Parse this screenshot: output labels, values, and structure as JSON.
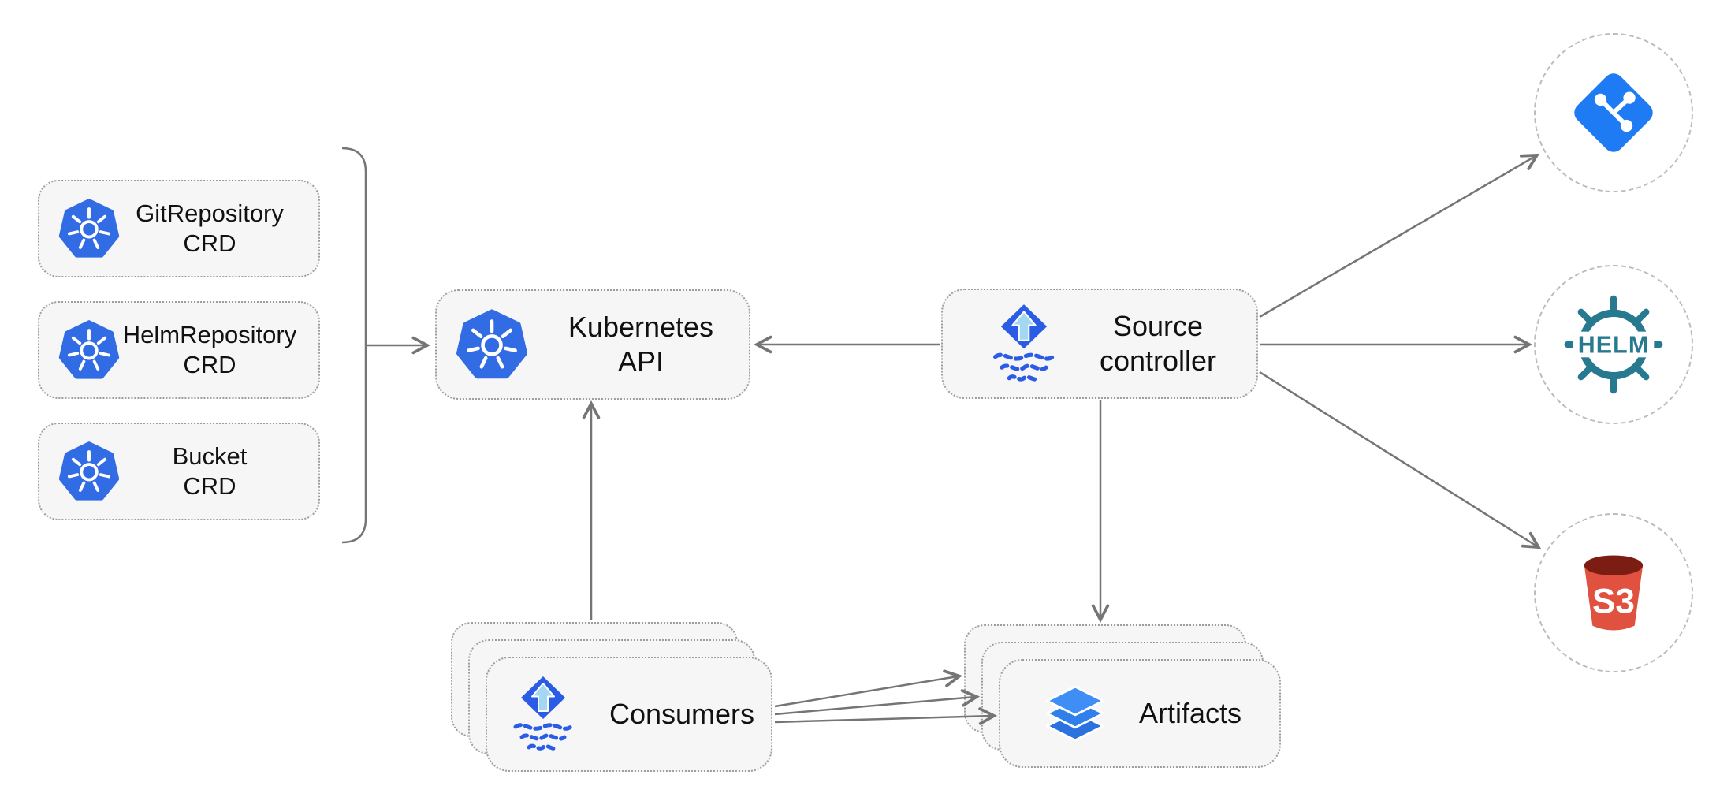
{
  "diagram": {
    "colors": {
      "background": "#ffffff",
      "node_fill": "#f6f6f6",
      "node_border": "#9e9e9e",
      "arrow": "#757575",
      "kubernetes_blue": "#326ce5",
      "flux_blue": "#2b5ce6",
      "flux_arrow_light": "#a3d7f2",
      "git_blue": "#1f7bf4",
      "helm_teal": "#27798f",
      "s3_red": "#e0523f",
      "s3_dark_red": "#7b1d13",
      "layers_blue": "#2f80ed"
    },
    "nodes": {
      "crd_boxes": [
        {
          "line1": "GitRepository",
          "line2": "CRD",
          "icon": "kubernetes-icon"
        },
        {
          "line1": "HelmRepository",
          "line2": "CRD",
          "icon": "kubernetes-icon"
        },
        {
          "line1": "Bucket",
          "line2": "CRD",
          "icon": "kubernetes-icon"
        }
      ],
      "kubernetes_api": {
        "label": "Kubernetes API",
        "icon": "kubernetes-icon"
      },
      "source_controller": {
        "line1": "Source",
        "line2": "controller",
        "icon": "flux-icon"
      },
      "consumers": {
        "label": "Consumers",
        "icon": "flux-icon",
        "stacked": true
      },
      "artifacts": {
        "label": "Artifacts",
        "icon": "layers-icon",
        "stacked": true
      },
      "git_source": {
        "icon": "git-icon"
      },
      "helm_source": {
        "icon": "helm-icon",
        "label": "HELM"
      },
      "s3_source": {
        "icon": "s3-icon",
        "label": "S3"
      }
    },
    "edges": [
      {
        "from": "crd-group",
        "to": "kubernetes-api"
      },
      {
        "from": "source-controller",
        "to": "kubernetes-api"
      },
      {
        "from": "source-controller",
        "to": "git-source"
      },
      {
        "from": "source-controller",
        "to": "helm-source"
      },
      {
        "from": "source-controller",
        "to": "s3-source"
      },
      {
        "from": "source-controller",
        "to": "artifacts"
      },
      {
        "from": "consumers",
        "to": "kubernetes-api"
      },
      {
        "from": "consumers",
        "to": "artifacts"
      },
      {
        "from": "consumers",
        "to": "artifacts"
      },
      {
        "from": "consumers",
        "to": "artifacts"
      }
    ]
  }
}
